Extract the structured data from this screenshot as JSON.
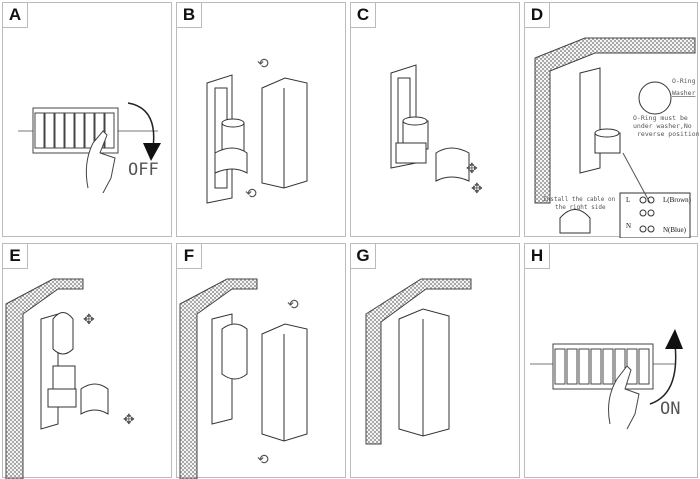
{
  "steps": [
    {
      "label": "A",
      "text": "OFF"
    },
    {
      "label": "B"
    },
    {
      "label": "C"
    },
    {
      "label": "D",
      "oring": "O-Ring",
      "washer": "Washer",
      "note1": "O-Ring must be",
      "note2": "under washer,No",
      "note3": "reverse position",
      "cable1": "Install the cable on",
      "cable2": "the right side",
      "L": "L",
      "N": "N",
      "L_wire": "L(Brown)",
      "N_wire": "N(Blue)"
    },
    {
      "label": "E"
    },
    {
      "label": "F"
    },
    {
      "label": "G"
    },
    {
      "label": "H",
      "text": "ON"
    }
  ]
}
